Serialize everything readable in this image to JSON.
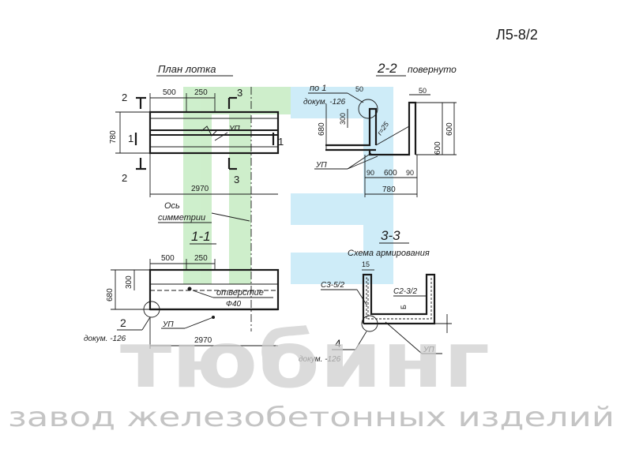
{
  "sheet_code": "Л5-8/2",
  "plan": {
    "title": "План лотка",
    "dims": [
      "500",
      "250",
      "780",
      "2970"
    ],
    "cut_marks": [
      "2",
      "3",
      "1",
      "1",
      "2",
      "3"
    ],
    "up_label": "УП",
    "axis_label_1": "Ось",
    "axis_label_2": "симметрии"
  },
  "section_2_2": {
    "title": "2-2",
    "subtitle": "повернуто",
    "callout_num": "по 1",
    "callout_doc": "докум. -126",
    "dims": [
      "50",
      "50",
      "300",
      "680",
      "600",
      "600",
      "r=25",
      "90",
      "600",
      "90",
      "780"
    ],
    "up_label": "УП"
  },
  "section_1_1": {
    "title": "1-1",
    "dims": [
      "500",
      "250",
      "300",
      "680",
      "2970"
    ],
    "hole_label_1": "отверстие",
    "hole_label_2": "Ф40",
    "callout_num": "2",
    "callout_doc": "докум. -126",
    "up_label": "УП"
  },
  "section_3_3": {
    "title": "3-3",
    "subtitle": "Схема армирования",
    "dims": [
      "15",
      "Б"
    ],
    "mesh_left": "С3-5/2",
    "mesh_right": "С2-3/2",
    "callout_num": "4",
    "callout_doc": "докум. -126",
    "up_label": "УП"
  },
  "watermark": {
    "big": "тюбинг",
    "small": "завод железобетонных изделий",
    "colors": {
      "green": "#bfe8bd",
      "blue": "#bfe6f7",
      "gray": "#cfcfcf"
    }
  }
}
